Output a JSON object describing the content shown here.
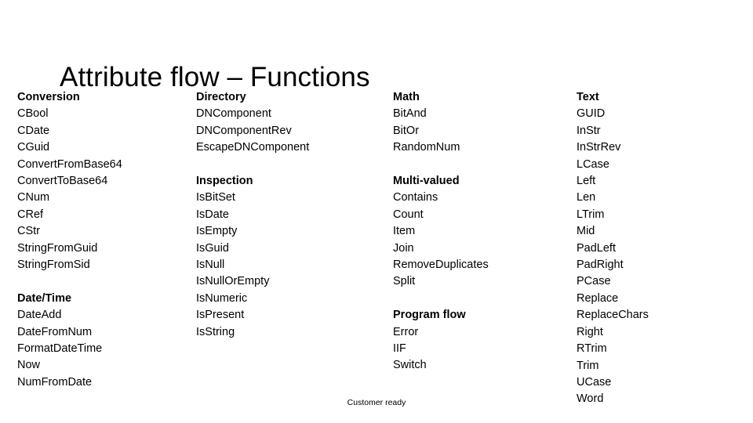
{
  "slide": {
    "title": "Attribute flow – Functions",
    "footer_note": "Customer ready",
    "text_color": "#000000",
    "background_color": "#FFFFFF"
  },
  "columns": [
    {
      "id": "column-1",
      "groups": [
        {
          "heading": "Conversion",
          "functions": [
            "CBool",
            "CDate",
            "CGuid",
            "ConvertFromBase64",
            "ConvertToBase64",
            "CNum",
            "CRef",
            "CStr",
            "StringFromGuid",
            "StringFromSid"
          ]
        },
        {
          "heading": "Date/Time",
          "functions": [
            "DateAdd",
            "DateFromNum",
            "FormatDateTime",
            "Now",
            "NumFromDate"
          ]
        }
      ]
    },
    {
      "id": "column-2",
      "groups": [
        {
          "heading": "Directory",
          "functions": [
            "DNComponent",
            "DNComponentRev",
            "EscapeDNComponent"
          ]
        },
        {
          "heading": "Inspection",
          "functions": [
            "IsBitSet",
            "IsDate",
            "IsEmpty",
            "IsGuid",
            "IsNull",
            "IsNullOrEmpty",
            "IsNumeric",
            "IsPresent",
            "IsString"
          ]
        }
      ]
    },
    {
      "id": "column-3",
      "groups": [
        {
          "heading": "Math",
          "functions": [
            "BitAnd",
            "BitOr",
            "RandomNum"
          ]
        },
        {
          "heading": "Multi-valued",
          "functions": [
            "Contains",
            "Count",
            "Item",
            "Join",
            "RemoveDuplicates",
            "Split"
          ]
        },
        {
          "heading": "Program flow",
          "functions": [
            "Error",
            "IIF",
            "Switch"
          ]
        }
      ]
    },
    {
      "id": "column-4",
      "groups": [
        {
          "heading": "Text",
          "functions": [
            "GUID",
            "InStr",
            "InStrRev",
            "LCase",
            "Left",
            "Len",
            "LTrim",
            "Mid",
            "PadLeft",
            "PadRight",
            "PCase",
            "Replace",
            "ReplaceChars",
            "Right",
            "RTrim",
            "Trim",
            "UCase",
            "Word"
          ]
        }
      ]
    }
  ]
}
